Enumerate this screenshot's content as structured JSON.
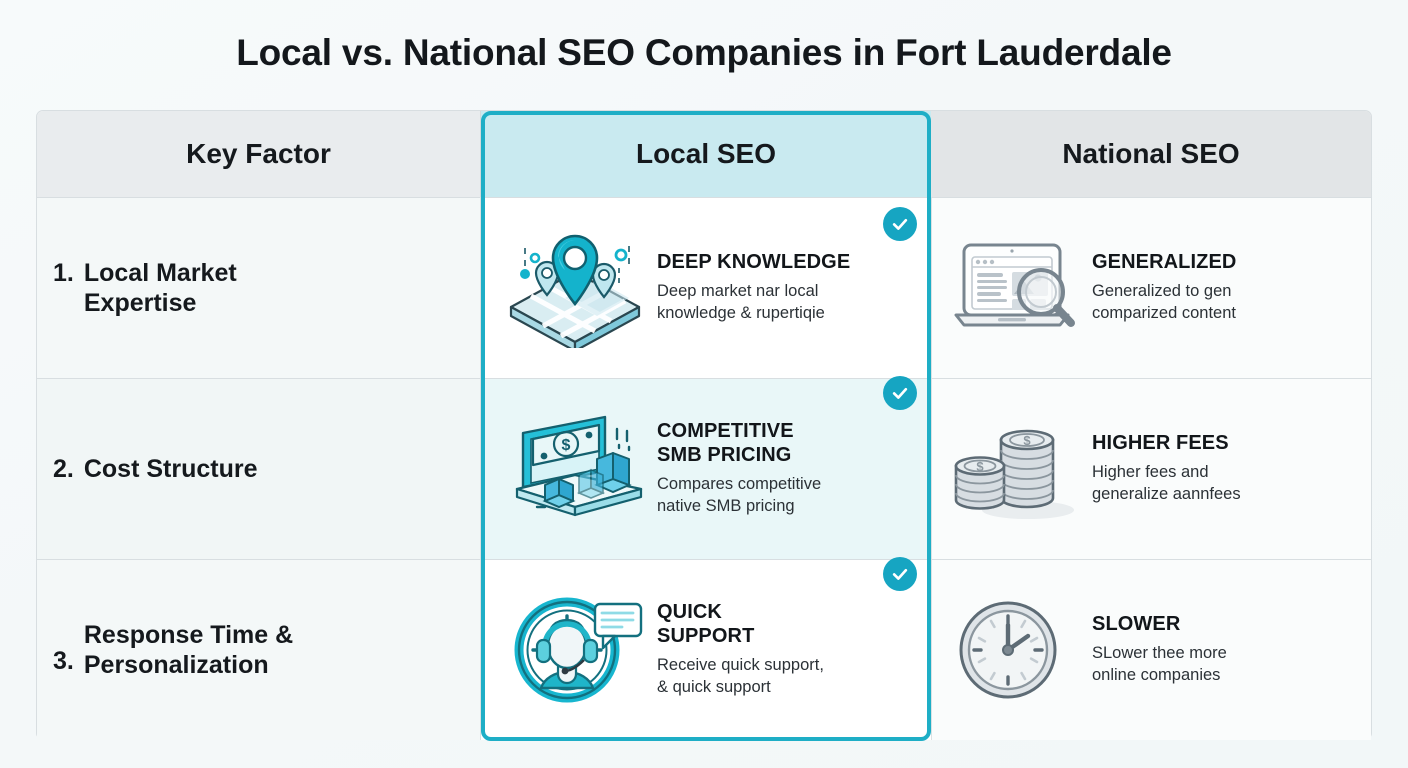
{
  "title": "Local vs. National SEO Companies in Fort Lauderdale",
  "accent_color": "#1eaec6",
  "check_color": "#16a5c2",
  "headers": {
    "factor": "Key Factor",
    "local": "Local SEO",
    "national": "National SEO"
  },
  "rows": [
    {
      "number": "1.",
      "factor": "Local Market\nExpertise",
      "local": {
        "icon": "map-pin-location-icon",
        "heading": "DEEP KNOWLEDGE",
        "body": "Deep market nar local\nknowledge & rupertiqie",
        "badge": "check-badge"
      },
      "national": {
        "icon": "laptop-search-icon",
        "heading": "GENERALIZED",
        "body": "Generalized to gen\ncomparized content"
      }
    },
    {
      "number": "2.",
      "factor": "Cost Structure",
      "local": {
        "icon": "money-laptop-chart-icon",
        "heading": "COMPETITIVE\nSMB PRICING",
        "body": "Compares competitive\nnative SMB pricing",
        "badge": "check-badge"
      },
      "national": {
        "icon": "coin-stacks-icon",
        "heading": "HIGHER FEES",
        "body": "Higher fees and\ngeneralize aannfees"
      }
    },
    {
      "number": "3.",
      "factor": "Response Time &\nPersonalization",
      "local": {
        "icon": "support-headset-icon",
        "heading": "QUICK\nSUPPORT",
        "body": "Receive quick support,\n& quick support",
        "badge": "check-badge"
      },
      "national": {
        "icon": "clock-icon",
        "heading": "SLOWER",
        "body": "SLower thee more\nonline companies"
      }
    }
  ]
}
